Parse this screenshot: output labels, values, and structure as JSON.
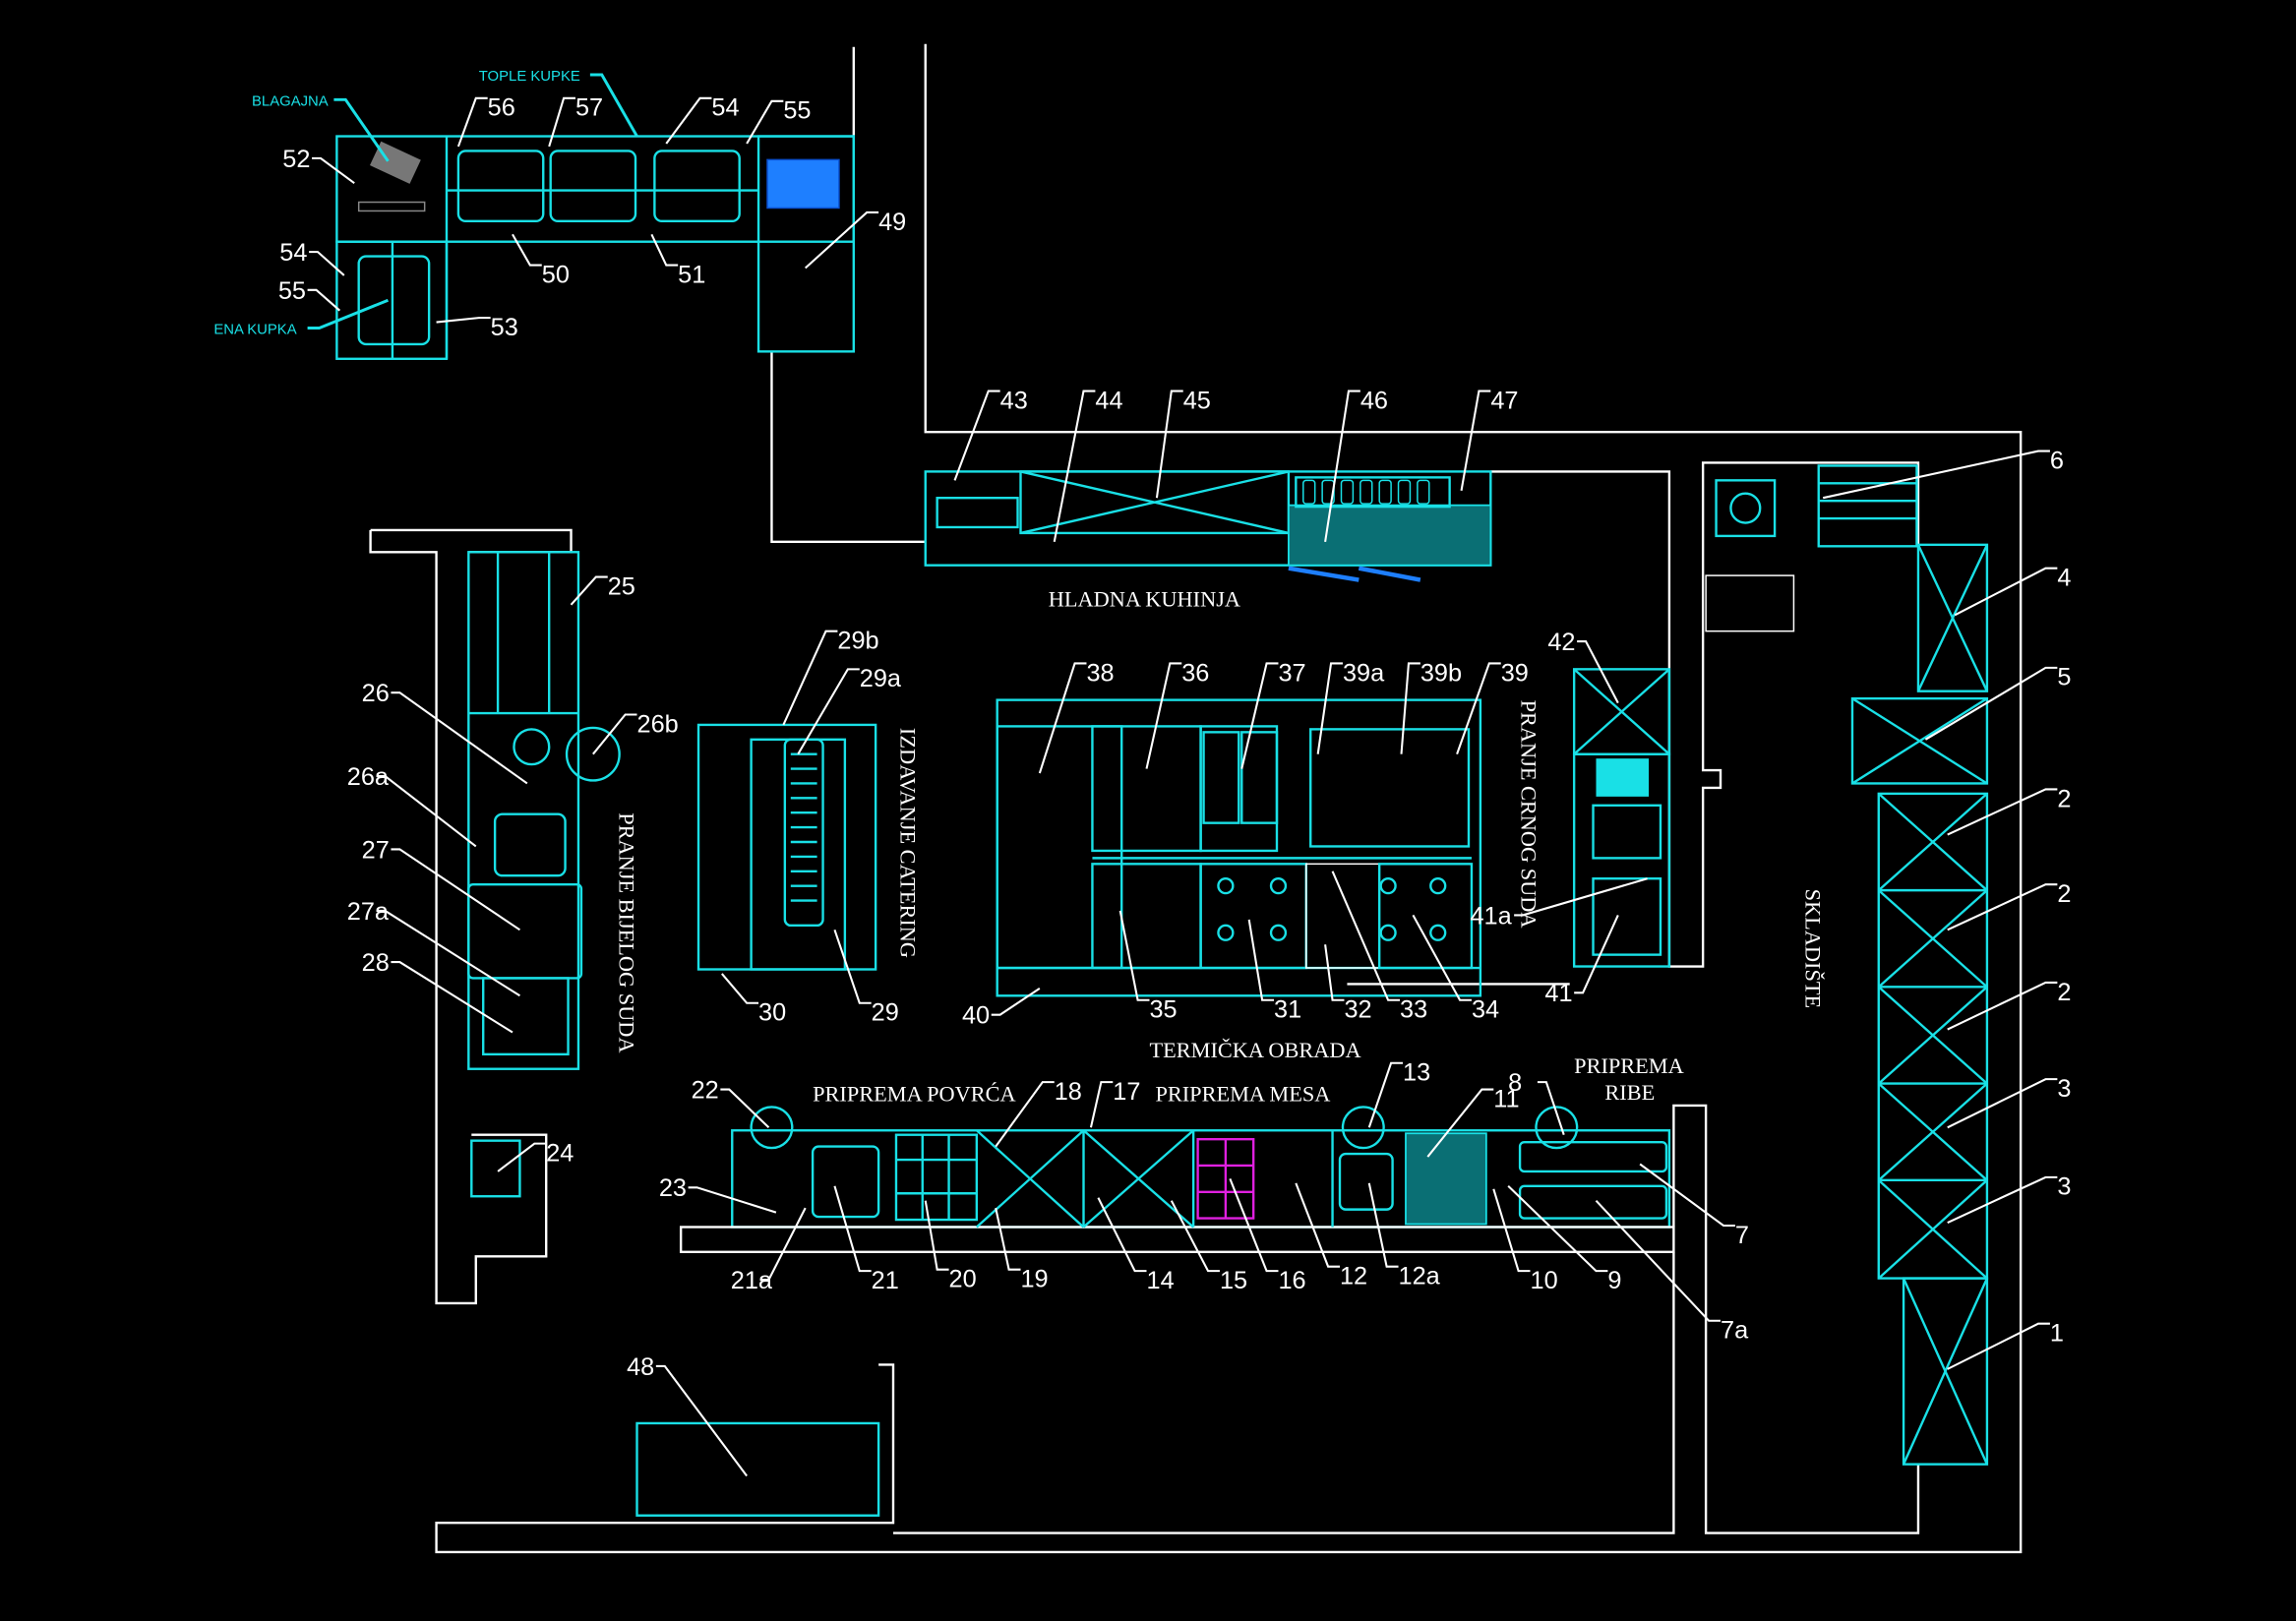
{
  "drawing": {
    "title": "Kitchen floor plan",
    "colors": {
      "background": "#000000",
      "walls": "#ffffff",
      "equipment": "#19e0e6",
      "highlight_blue": "#1e7fff",
      "highlight_magenta": "#e020e0"
    }
  },
  "sections": {
    "hladna_kuhinja": "HLADNA KUHINJA",
    "izdavanje_catering": "IZDAVANJE CATERING",
    "pranje_bijelog_suda": "PRANJE BIJELOG SUDA",
    "pranje_crnog_suda": "PRANJE CRNOG SUDA",
    "skladiste": "SKLADIŠTE",
    "termicka_obrada": "TERMIČKA OBRADA",
    "priprema_povrca": "PRIPREMA POVRĆA",
    "priprema_mesa": "PRIPREMA MESA",
    "priprema_ribe_1": "PRIPREMA",
    "priprema_ribe_2": "RIBE"
  },
  "notes": [
    {
      "label": "BLAGAJNA"
    },
    {
      "label": "TOPLE KUPKE"
    },
    {
      "label": "ENA KUPKA"
    }
  ],
  "callouts": [
    {
      "label": "52"
    },
    {
      "label": "56"
    },
    {
      "label": "57"
    },
    {
      "label": "54"
    },
    {
      "label": "55"
    },
    {
      "label": "50"
    },
    {
      "label": "51"
    },
    {
      "label": "49"
    },
    {
      "label": "54"
    },
    {
      "label": "55"
    },
    {
      "label": "53"
    },
    {
      "label": "43"
    },
    {
      "label": "44"
    },
    {
      "label": "45"
    },
    {
      "label": "46"
    },
    {
      "label": "47"
    },
    {
      "label": "6"
    },
    {
      "label": "4"
    },
    {
      "label": "5"
    },
    {
      "label": "2"
    },
    {
      "label": "2"
    },
    {
      "label": "2"
    },
    {
      "label": "3"
    },
    {
      "label": "3"
    },
    {
      "label": "1"
    },
    {
      "label": "42"
    },
    {
      "label": "41a"
    },
    {
      "label": "41"
    },
    {
      "label": "25"
    },
    {
      "label": "26"
    },
    {
      "label": "26b"
    },
    {
      "label": "26a"
    },
    {
      "label": "27"
    },
    {
      "label": "27a"
    },
    {
      "label": "28"
    },
    {
      "label": "24"
    },
    {
      "label": "29b"
    },
    {
      "label": "29a"
    },
    {
      "label": "30"
    },
    {
      "label": "29"
    },
    {
      "label": "38"
    },
    {
      "label": "36"
    },
    {
      "label": "37"
    },
    {
      "label": "39a"
    },
    {
      "label": "39b"
    },
    {
      "label": "39"
    },
    {
      "label": "40"
    },
    {
      "label": "35"
    },
    {
      "label": "31"
    },
    {
      "label": "32"
    },
    {
      "label": "33"
    },
    {
      "label": "34"
    },
    {
      "label": "22"
    },
    {
      "label": "23"
    },
    {
      "label": "21a"
    },
    {
      "label": "21"
    },
    {
      "label": "20"
    },
    {
      "label": "19"
    },
    {
      "label": "18"
    },
    {
      "label": "17"
    },
    {
      "label": "14"
    },
    {
      "label": "15"
    },
    {
      "label": "16"
    },
    {
      "label": "12"
    },
    {
      "label": "13"
    },
    {
      "label": "12a"
    },
    {
      "label": "11"
    },
    {
      "label": "10"
    },
    {
      "label": "9"
    },
    {
      "label": "8"
    },
    {
      "label": "7"
    },
    {
      "label": "7a"
    },
    {
      "label": "48"
    }
  ]
}
